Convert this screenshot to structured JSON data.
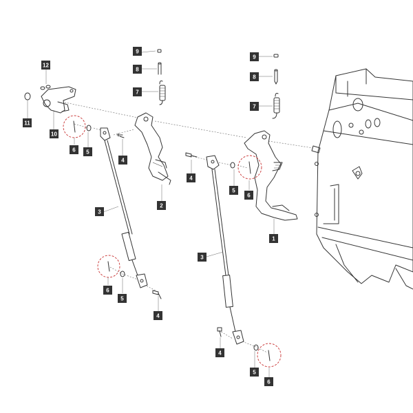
{
  "diagram": {
    "callouts": [
      {
        "id": "c12",
        "label": "12"
      },
      {
        "id": "c11",
        "label": "11"
      },
      {
        "id": "c10",
        "label": "10"
      },
      {
        "id": "c6a",
        "label": "6"
      },
      {
        "id": "c5a",
        "label": "5"
      },
      {
        "id": "c4a",
        "label": "4"
      },
      {
        "id": "c3a",
        "label": "3"
      },
      {
        "id": "c6b",
        "label": "6"
      },
      {
        "id": "c5b",
        "label": "5"
      },
      {
        "id": "c4b",
        "label": "4"
      },
      {
        "id": "c9a",
        "label": "9"
      },
      {
        "id": "c8a",
        "label": "8"
      },
      {
        "id": "c7a",
        "label": "7"
      },
      {
        "id": "c2",
        "label": "2"
      },
      {
        "id": "c9b",
        "label": "9"
      },
      {
        "id": "c8b",
        "label": "8"
      },
      {
        "id": "c7b",
        "label": "7"
      },
      {
        "id": "c4c",
        "label": "4"
      },
      {
        "id": "c5c",
        "label": "5"
      },
      {
        "id": "c6c",
        "label": "6"
      },
      {
        "id": "c1",
        "label": "1"
      },
      {
        "id": "c3b",
        "label": "3"
      },
      {
        "id": "c4d",
        "label": "4"
      },
      {
        "id": "c5d",
        "label": "5"
      },
      {
        "id": "c6d",
        "label": "6"
      }
    ],
    "highlight_color": "#c83232",
    "line_color": "#333333"
  }
}
